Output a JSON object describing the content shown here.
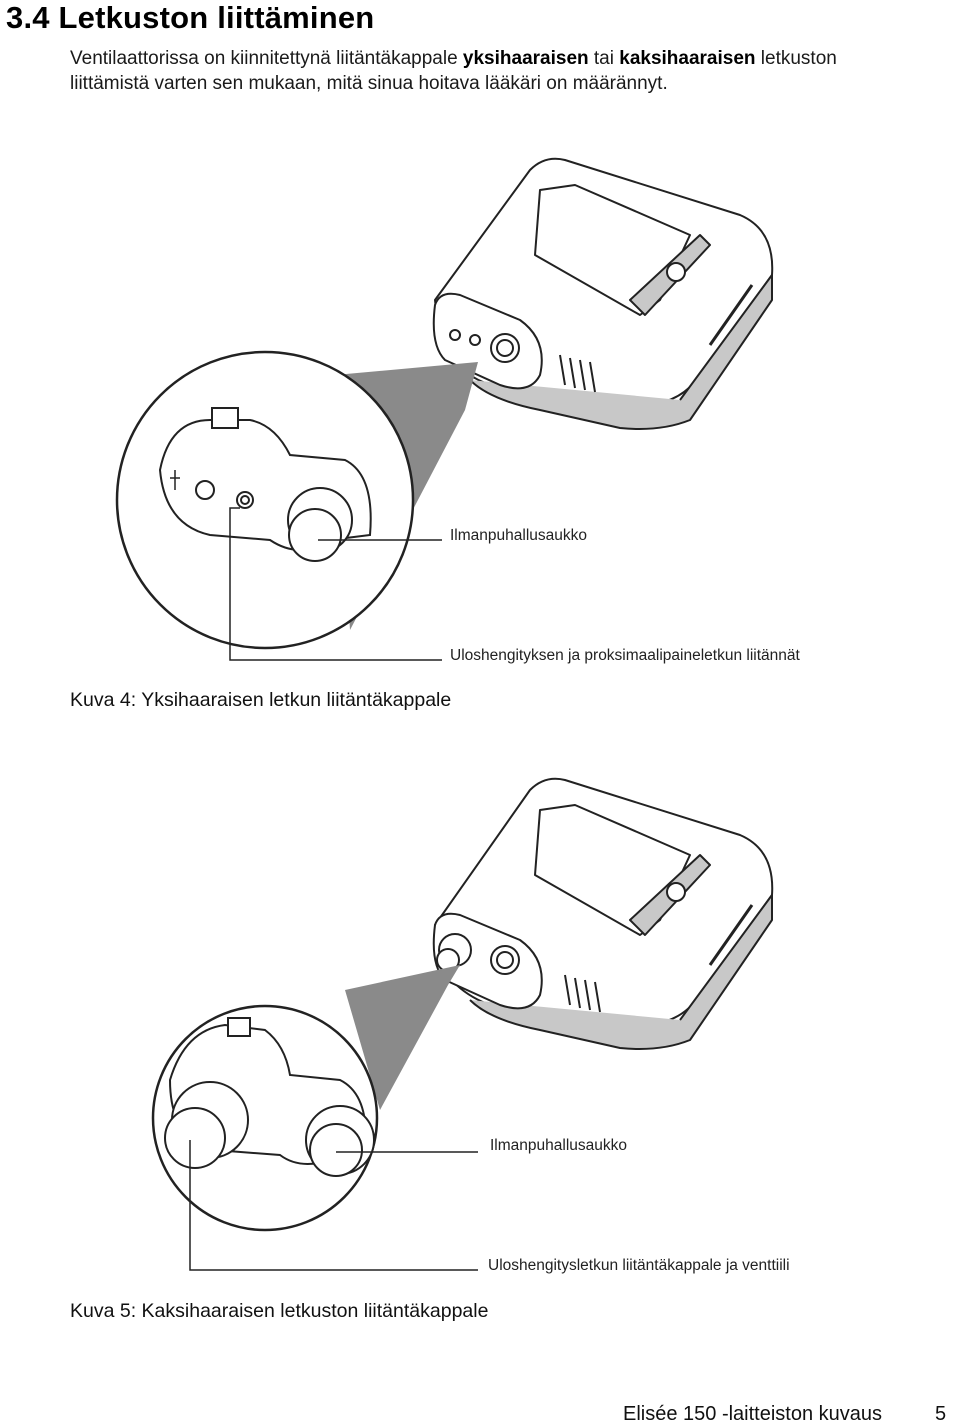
{
  "section": {
    "heading": "3.4 Letkuston liittäminen"
  },
  "intro": {
    "text_1": "Ventilaattorissa on kiinnitettynä liitäntäkappale ",
    "bold_1": "yksihaaraisen",
    "text_2": " tai ",
    "bold_2": "kaksihaaraisen",
    "text_3": " letkuston liittämistä varten sen mukaan, mitä sinua hoitava lääkäri on määrännyt."
  },
  "figure_4": {
    "label_port": "Ilmanpuhallusaukko",
    "label_connections": "Uloshengityksen ja proksimaalipaineletkun liitännät",
    "caption": "Kuva 4: Yksihaaraisen letkun liitäntäkappale"
  },
  "figure_5": {
    "label_port": "Ilmanpuhallusaukko",
    "label_connections": "Uloshengitysletkun liitäntäkappale ja venttiili",
    "caption": "Kuva 5: Kaksihaaraisen letkuston liitäntäkappale"
  },
  "footer": {
    "title": "Elisée 150 -laitteiston kuvaus",
    "page_number": "5"
  }
}
